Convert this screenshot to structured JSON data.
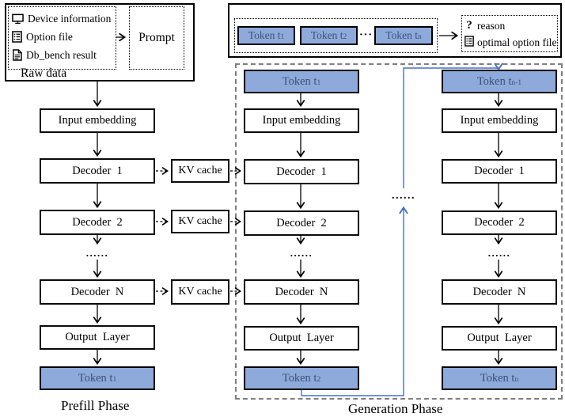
{
  "colors": {
    "token_fill": "#8EAADB",
    "blue_line": "#4472C4",
    "token_text": "#3D5176",
    "dashed_border": "#7F7F7F"
  },
  "raw_data": {
    "label": "Raw data",
    "items": [
      {
        "icon": "monitor-icon",
        "label": "Device information"
      },
      {
        "icon": "list-icon",
        "label": "Option file"
      },
      {
        "icon": "document-icon",
        "label": "Db_bench result"
      }
    ],
    "prompt_label": "Prompt"
  },
  "token_sequence": {
    "tokens": [
      {
        "text": "Token t",
        "sub": "1"
      },
      {
        "text": "Token t",
        "sub": "2"
      },
      {
        "text": "Token t",
        "sub": "n"
      }
    ],
    "ellipsis": "···",
    "outputs": [
      {
        "icon": "question-icon",
        "glyph": "?",
        "label": "reason"
      },
      {
        "icon": "list-icon",
        "label": "optimal option file"
      }
    ]
  },
  "kv_cache_label": "KV cache",
  "stacks": [
    {
      "id": "prefill",
      "layers": [
        "Input embedding",
        "Decoder  1",
        "Decoder  2",
        "Decoder  N",
        "Output  Layer"
      ],
      "ellipsis": "......",
      "bottom_token": {
        "text": "Token t",
        "sub": "1"
      }
    },
    {
      "id": "generation-first",
      "top_token": {
        "text": "Token t",
        "sub": "1"
      },
      "layers": [
        "Input embedding",
        "Decoder  1",
        "Decoder  2",
        "Decoder  N",
        "Output  Layer"
      ],
      "ellipsis": "......",
      "bottom_token": {
        "text": "Token t",
        "sub": "2"
      }
    },
    {
      "id": "generation-last",
      "top_token": {
        "text": "Token t",
        "sub": "n-1"
      },
      "layers": [
        "Input embedding",
        "Decoder  1",
        "Decoder  2",
        "Decoder  N",
        "Output  Layer"
      ],
      "ellipsis": "......",
      "bottom_token": {
        "text": "Token t",
        "sub": "n"
      }
    }
  ],
  "generation": {
    "mid_ellipsis": "......"
  },
  "phases": {
    "prefill": "Prefill Phase",
    "generation": "Generation Phase"
  }
}
